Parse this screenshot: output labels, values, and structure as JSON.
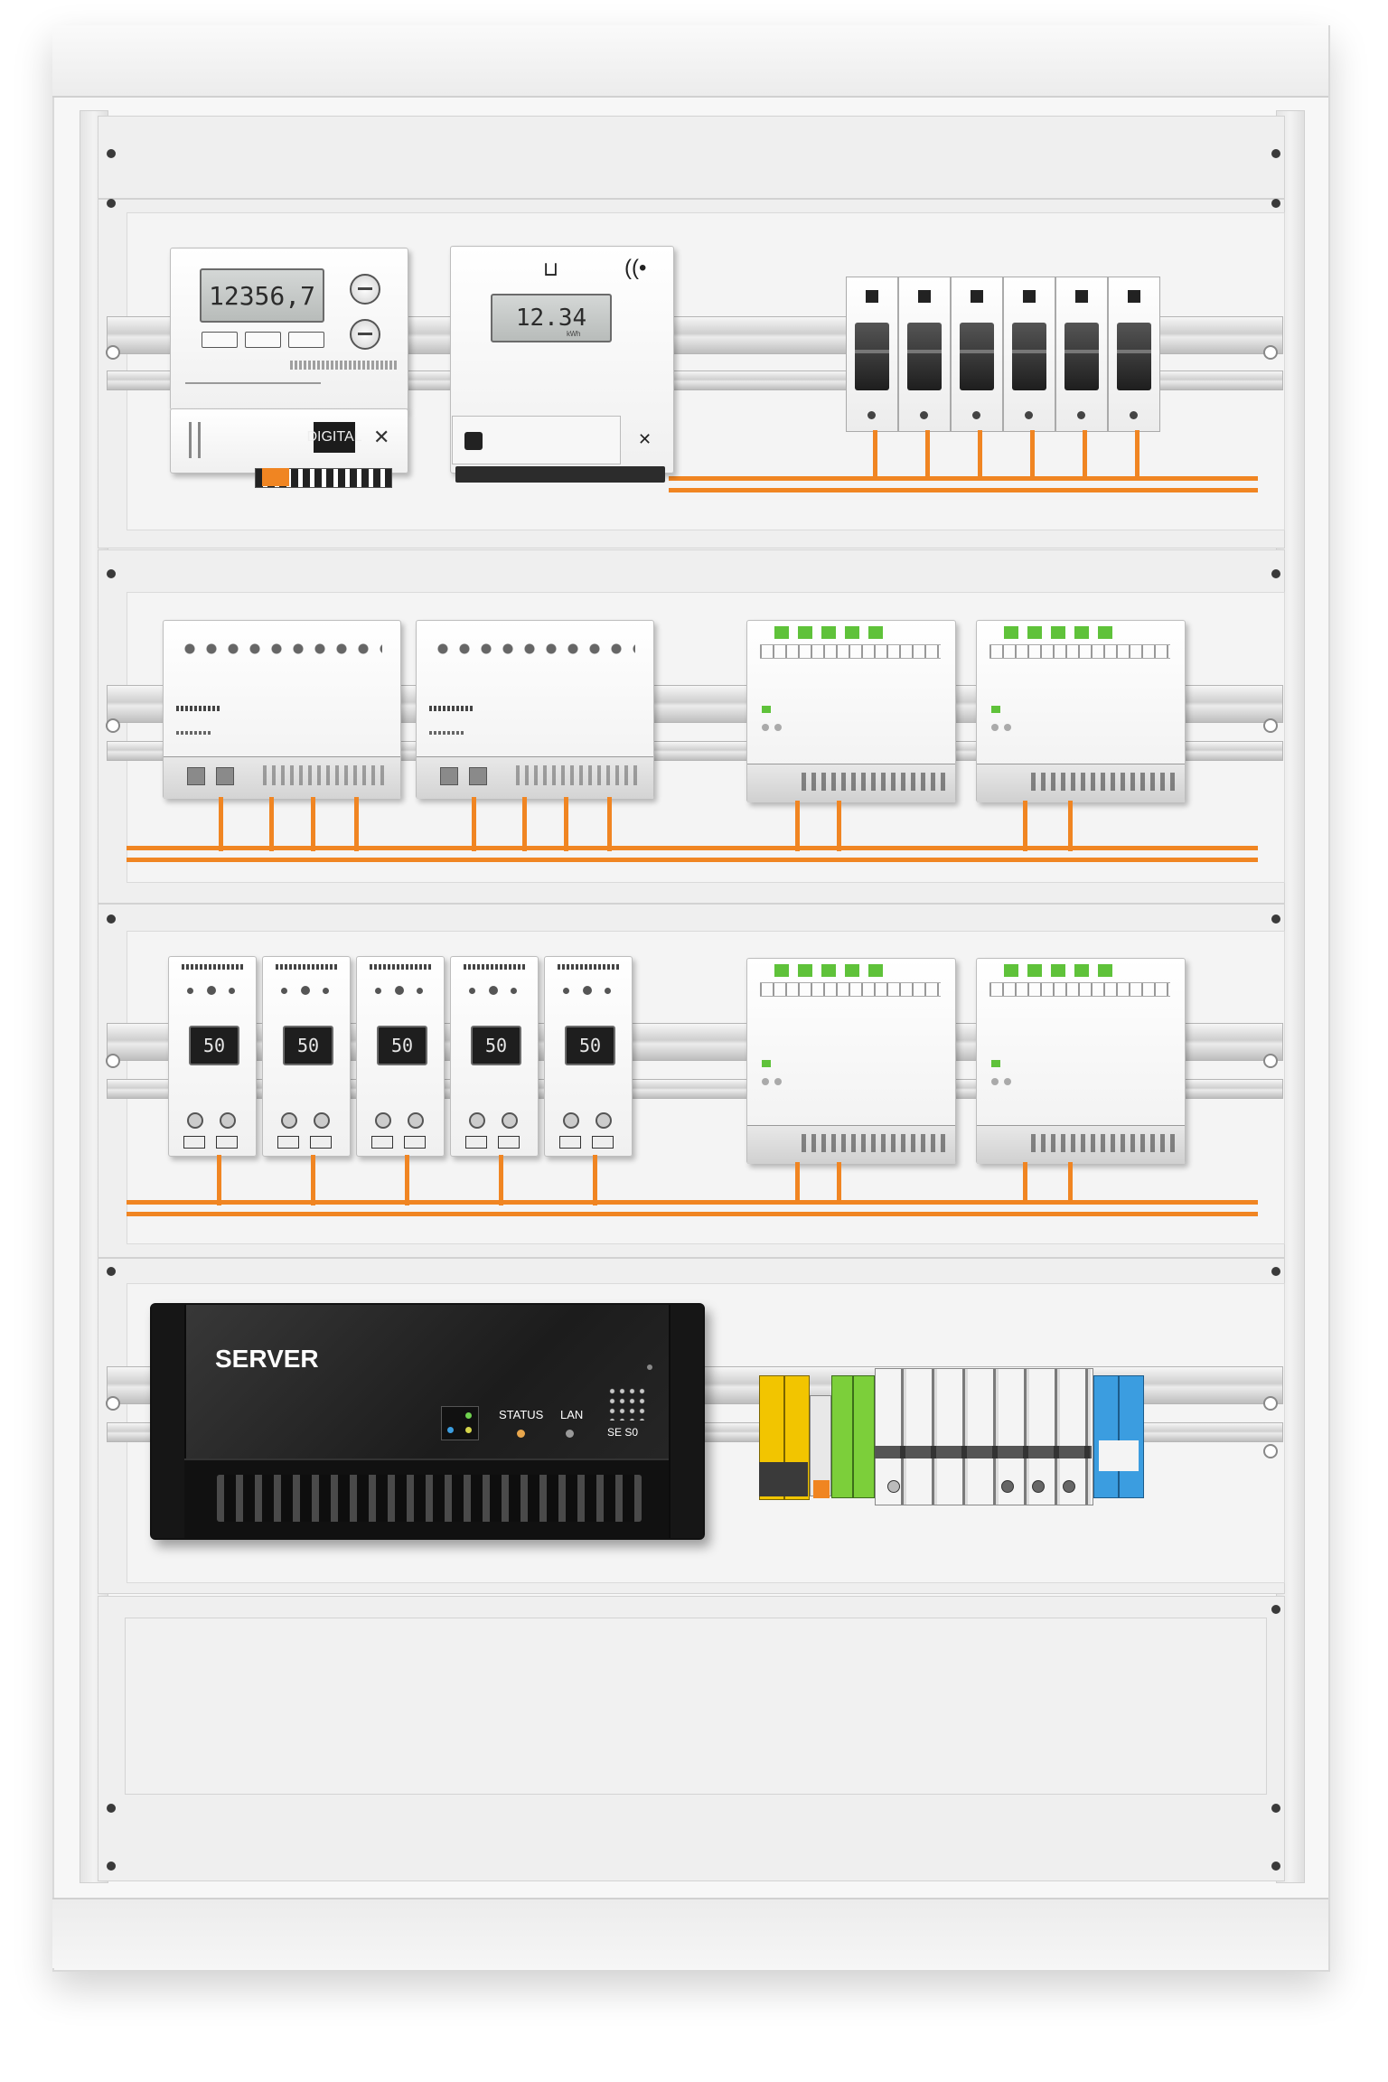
{
  "row1": {
    "meter1": {
      "display": "12356,7",
      "label": "DIGITAL",
      "indicator": "x-mark-icon"
    },
    "meter2": {
      "display": "12.34",
      "sub": "kWh",
      "indicator": "wifi-icon"
    },
    "breakers": {
      "count": 6
    }
  },
  "row3": {
    "sensors": [
      {
        "display": "50"
      },
      {
        "display": "50"
      },
      {
        "display": "50"
      },
      {
        "display": "50"
      },
      {
        "display": "50"
      }
    ]
  },
  "server": {
    "title": "SERVER",
    "status_label": "STATUS",
    "lan_label": "LAN",
    "code": "SE S0"
  },
  "colors": {
    "wire": "#f08522",
    "led_green": "#5fc23a",
    "terminal_yellow": "#f2c500",
    "terminal_green": "#7ccf3a",
    "terminal_blue": "#3b9de0",
    "server_body": "#1f1f1f"
  }
}
